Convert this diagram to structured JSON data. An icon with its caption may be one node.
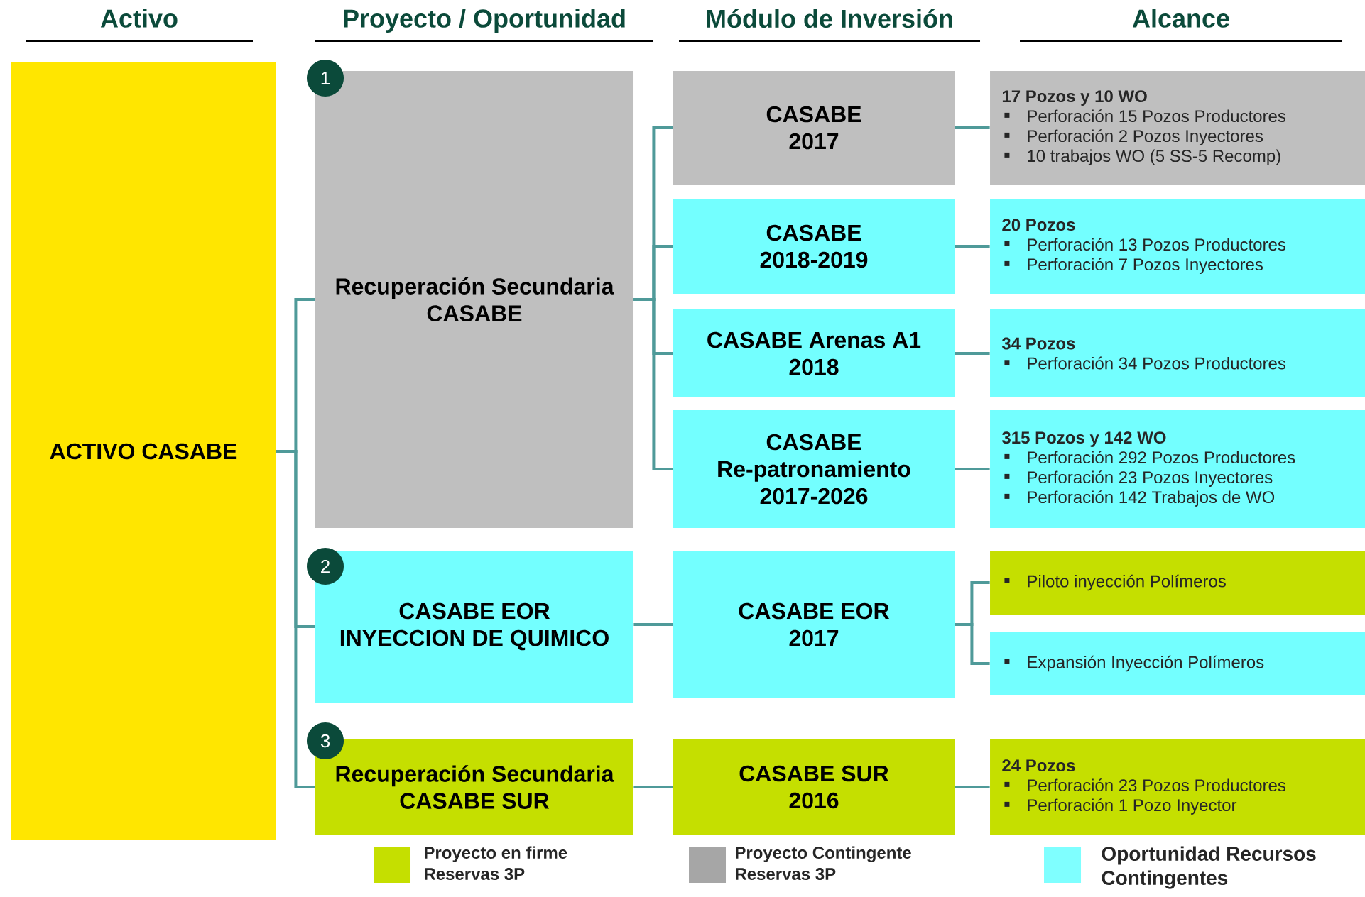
{
  "diagram": {
    "nodes": [
      {
        "text": [
          "ACTIVO CASABE"
        ]
      },
      {
        "text": [
          "Recuperación Secundaria CASABE"
        ]
      },
      {
        "text": [
          "CASABE EOR INYECCION DE QUIMICO"
        ]
      },
      {
        "text": [
          "Recuperación Secundaria CASABE SUR"
        ]
      },
      {
        "text": [
          "CASABE 2017"
        ]
      },
      {
        "text": [
          "CASABE 2018-2019"
        ]
      },
      {
        "text": [
          "CASABE Arenas A1 2018"
        ]
      },
      {
        "text": [
          "CASABE Re-patronamiento 2017-2026"
        ]
      },
      {
        "text": [
          "CASABE EOR 2017"
        ]
      },
      {
        "text": [
          "CASABE SUR 2016"
        ]
      },
      {
        "text": [
          "17 Pozos y 10 WO",
          "Perforación 15 Pozos Productores",
          "Perforación 2 Pozos Inyectores",
          "10 trabajos WO (5 SS-5 Recomp)"
        ]
      },
      {
        "text": [
          "20 Pozos",
          "Perforación 13 Pozos Productores",
          "Perforación 7 Pozos Inyectores"
        ]
      },
      {
        "text": [
          "34 Pozos",
          "Perforación 34 Pozos Productores"
        ]
      },
      {
        "text": [
          "315 Pozos y 142 WO",
          "Perforación 292 Pozos Productores",
          "Perforación 23 Pozos Inyectores",
          "Perforación 142 Trabajos de WO"
        ]
      },
      {
        "text": [
          "Piloto inyección Polímeros"
        ]
      },
      {
        "text": [
          "Expansión Inyección Polímeros"
        ]
      },
      {
        "text": [
          "24 Pozos",
          "Perforación 23 Pozos Productores",
          "Perforación 1 Pozo Inyector"
        ]
      },
      {
        "text": [
          "1"
        ]
      },
      {
        "text": [
          "2"
        ]
      },
      {
        "text": [
          "3"
        ]
      }
    ],
    "edges": [
      {
        "from": 0,
        "to": 1,
        "arrow": "none"
      },
      {
        "from": 0,
        "to": 2,
        "arrow": "none"
      },
      {
        "from": 0,
        "to": 3,
        "arrow": "none"
      },
      {
        "from": 1,
        "to": 4,
        "arrow": "none"
      },
      {
        "from": 1,
        "to": 5,
        "arrow": "none"
      },
      {
        "from": 1,
        "to": 6,
        "arrow": "none"
      },
      {
        "from": 1,
        "to": 7,
        "arrow": "none"
      },
      {
        "from": 2,
        "to": 8,
        "arrow": "none"
      },
      {
        "from": 3,
        "to": 9,
        "arrow": "none"
      },
      {
        "from": 4,
        "to": 10,
        "arrow": "none"
      },
      {
        "from": 5,
        "to": 11,
        "arrow": "none"
      },
      {
        "from": 6,
        "to": 12,
        "arrow": "none"
      },
      {
        "from": 7,
        "to": 13,
        "arrow": "none"
      },
      {
        "from": 8,
        "to": 14,
        "arrow": "none"
      },
      {
        "from": 8,
        "to": 15,
        "arrow": "none"
      },
      {
        "from": 9,
        "to": 16,
        "arrow": "none"
      }
    ],
    "labels": [
      "Activo",
      "Proyecto / Oportunidad",
      "Módulo de Inversión",
      "Alcance"
    ],
    "legend": [
      {
        "text": "Proyecto en firme Reservas 3P",
        "color": "#c5df00"
      },
      {
        "text": "Proyecto Contingente Reservas 3P",
        "color": "#a6a6a6"
      },
      {
        "text": "Oportunidad Recursos Contingentes",
        "color": "#7fffff"
      }
    ]
  }
}
